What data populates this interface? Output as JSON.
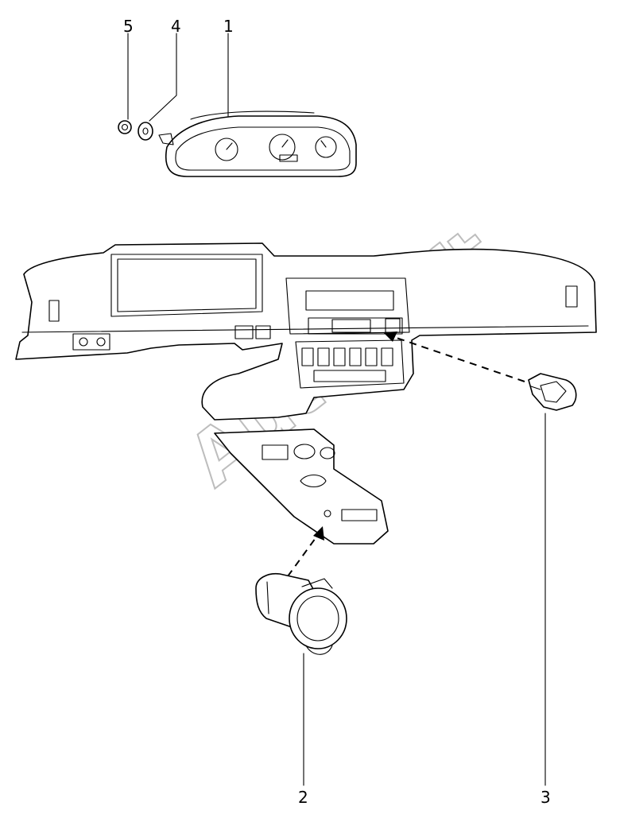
{
  "callouts": {
    "c1": "1",
    "c2": "2",
    "c3": "3",
    "c4": "4",
    "c5": "5"
  },
  "watermark": "AutoSoft",
  "colors": {
    "line": "#000000",
    "watermark": "#bdbdbd",
    "background": "#ffffff"
  }
}
